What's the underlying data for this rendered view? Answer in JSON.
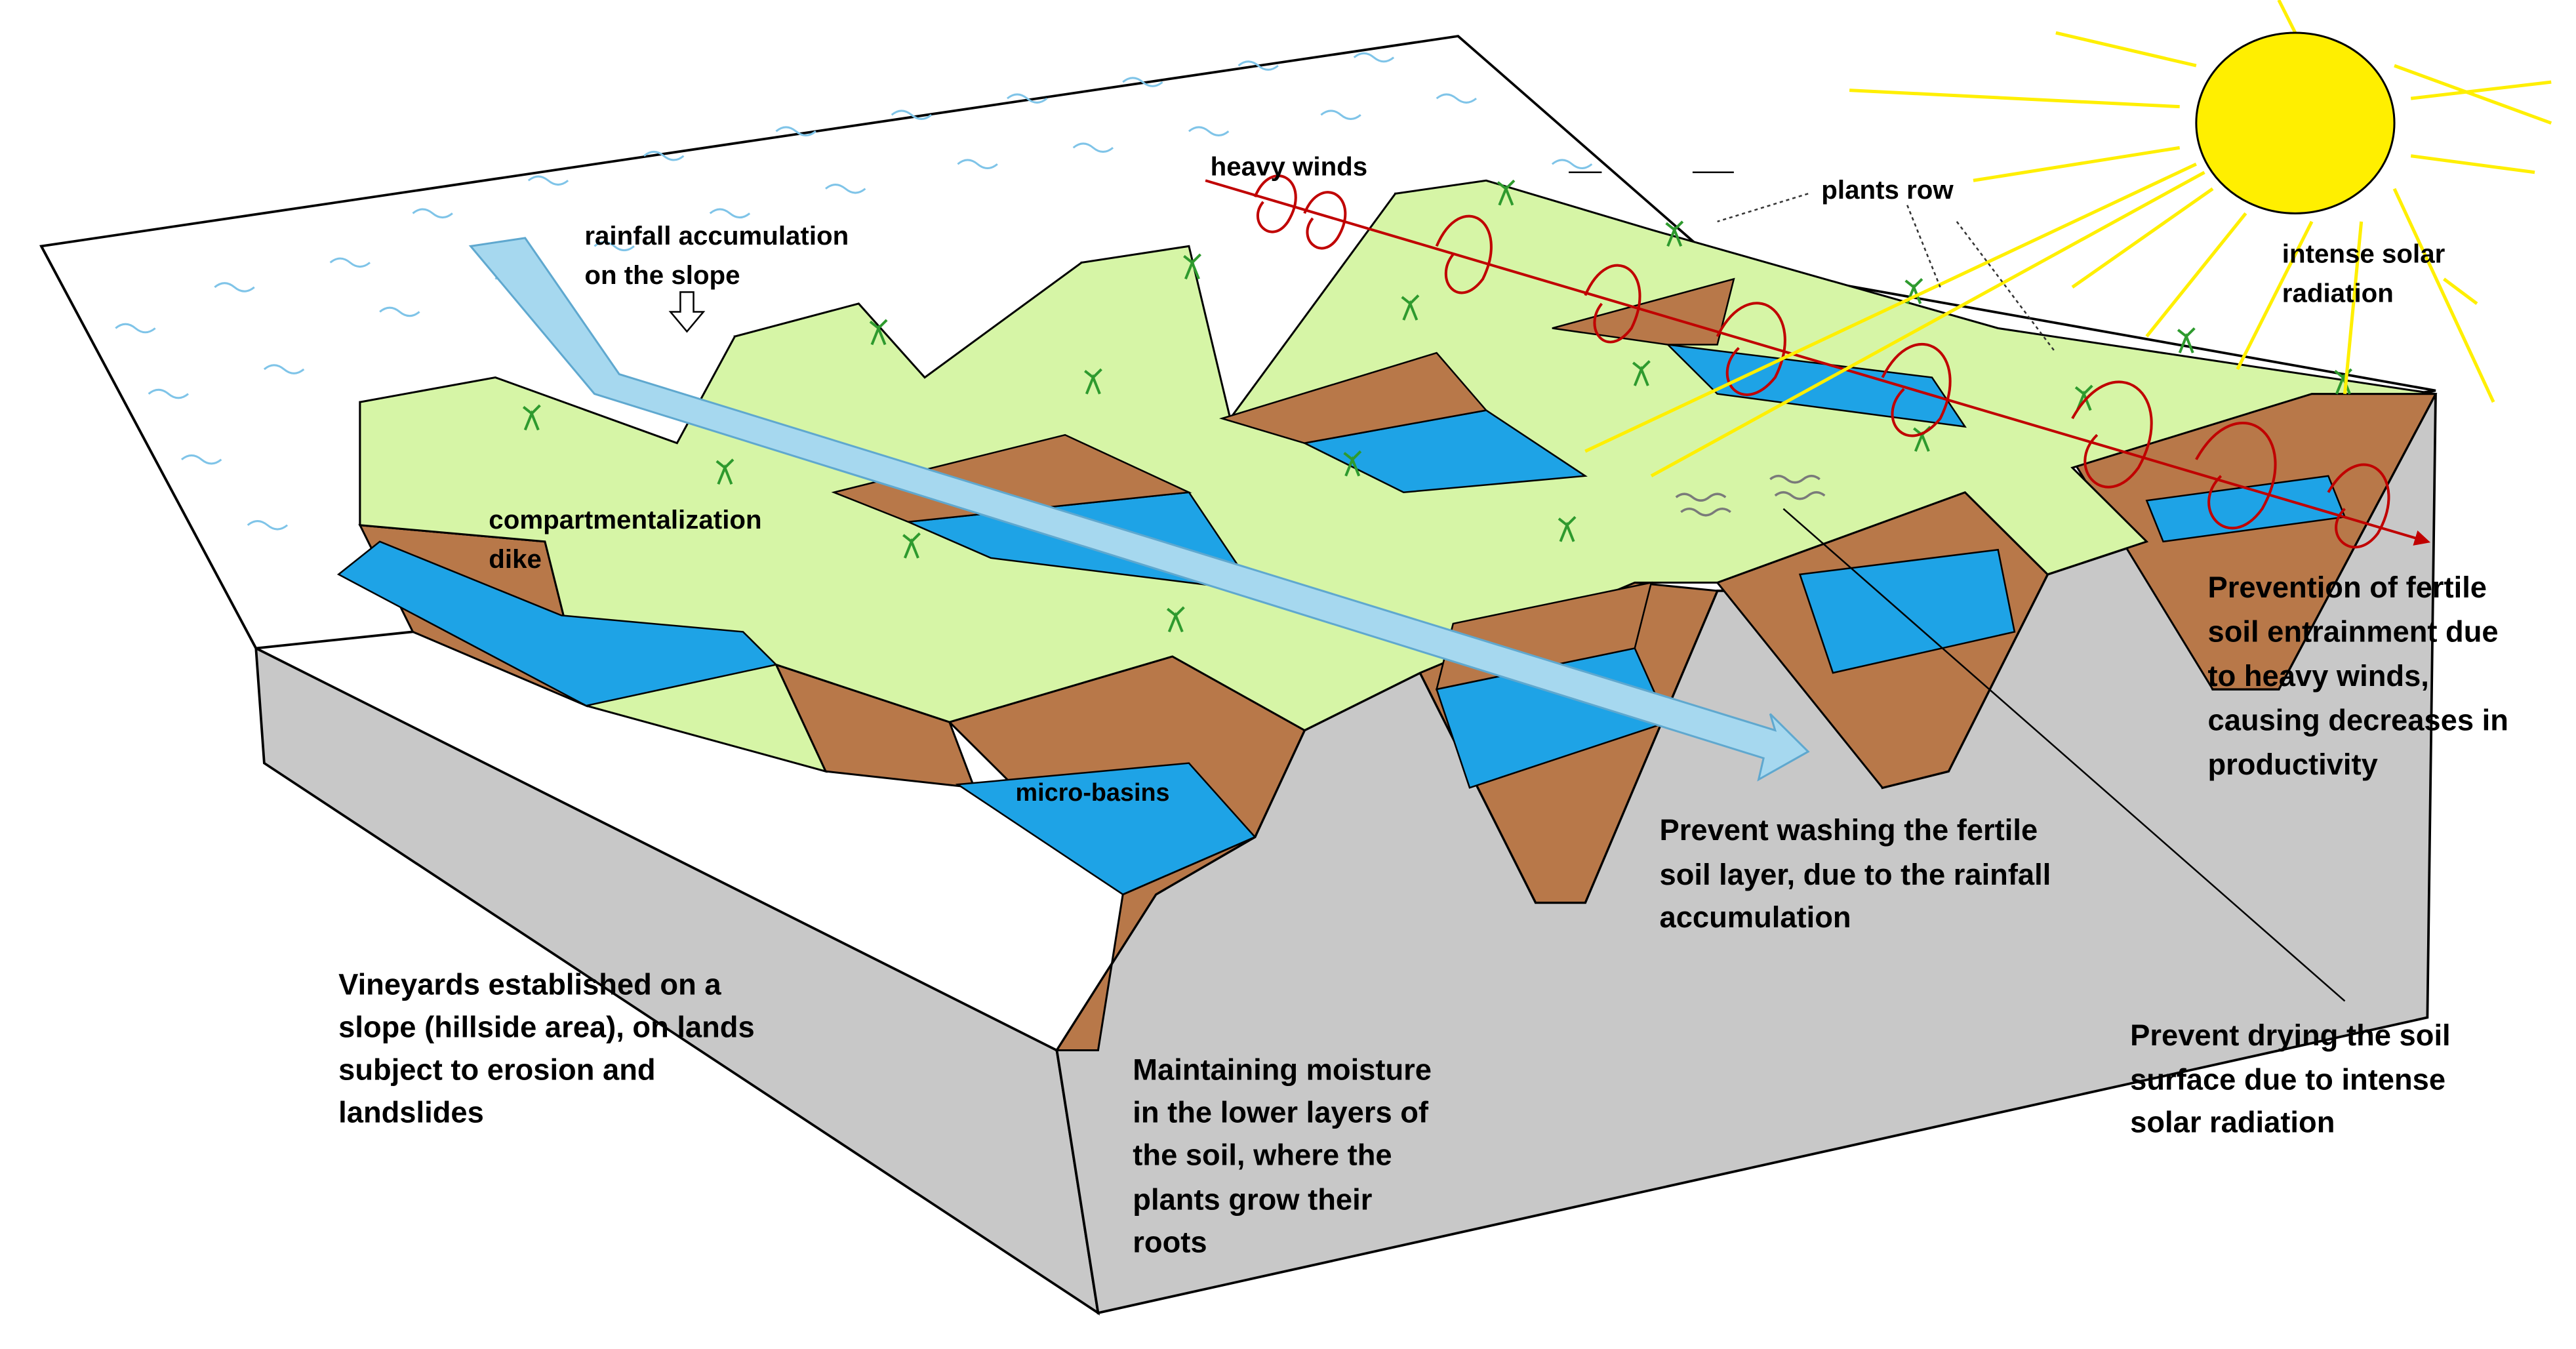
{
  "labels": {
    "heavy_winds": "heavy winds",
    "plants_row": "plants row",
    "intense_solar": [
      "intense solar",
      "radiation"
    ],
    "rainfall": [
      "rainfall accumulation",
      "on the slope"
    ],
    "dike": [
      "compartmentalization",
      "dike"
    ],
    "micro_basins": "micro-basins",
    "prevention_winds": [
      "Prevention of fertile",
      "soil entrainment due",
      "to heavy winds,",
      "causing decreases in",
      "productivity"
    ],
    "prevent_washing": [
      "Prevent washing the fertile",
      "soil layer, due to the rainfall",
      "accumulation"
    ],
    "prevent_drying": [
      "Prevent drying the soil",
      "surface due to intense",
      "solar radiation"
    ],
    "vineyards": [
      "Vineyards  established on a",
      "slope  (hillside area),  on lands",
      "subject to     erosion  and",
      "landslides"
    ],
    "moisture": [
      "Maintaining moisture",
      "in the lower layers of",
      "the soil, where the",
      "plants grow their",
      "roots"
    ]
  },
  "colors": {
    "plateau": "#d6f5a6",
    "soil": "#b87849",
    "water": "#1ea3e6",
    "ground": "#c8c8c8",
    "sun": "#ffef00",
    "wind": "#c00000",
    "rain_arrow": "#a6d8ef"
  },
  "icons": [
    "sun-icon",
    "plant-icon",
    "wind-spiral-icon",
    "rain-arrow-icon",
    "wave-icon"
  ]
}
